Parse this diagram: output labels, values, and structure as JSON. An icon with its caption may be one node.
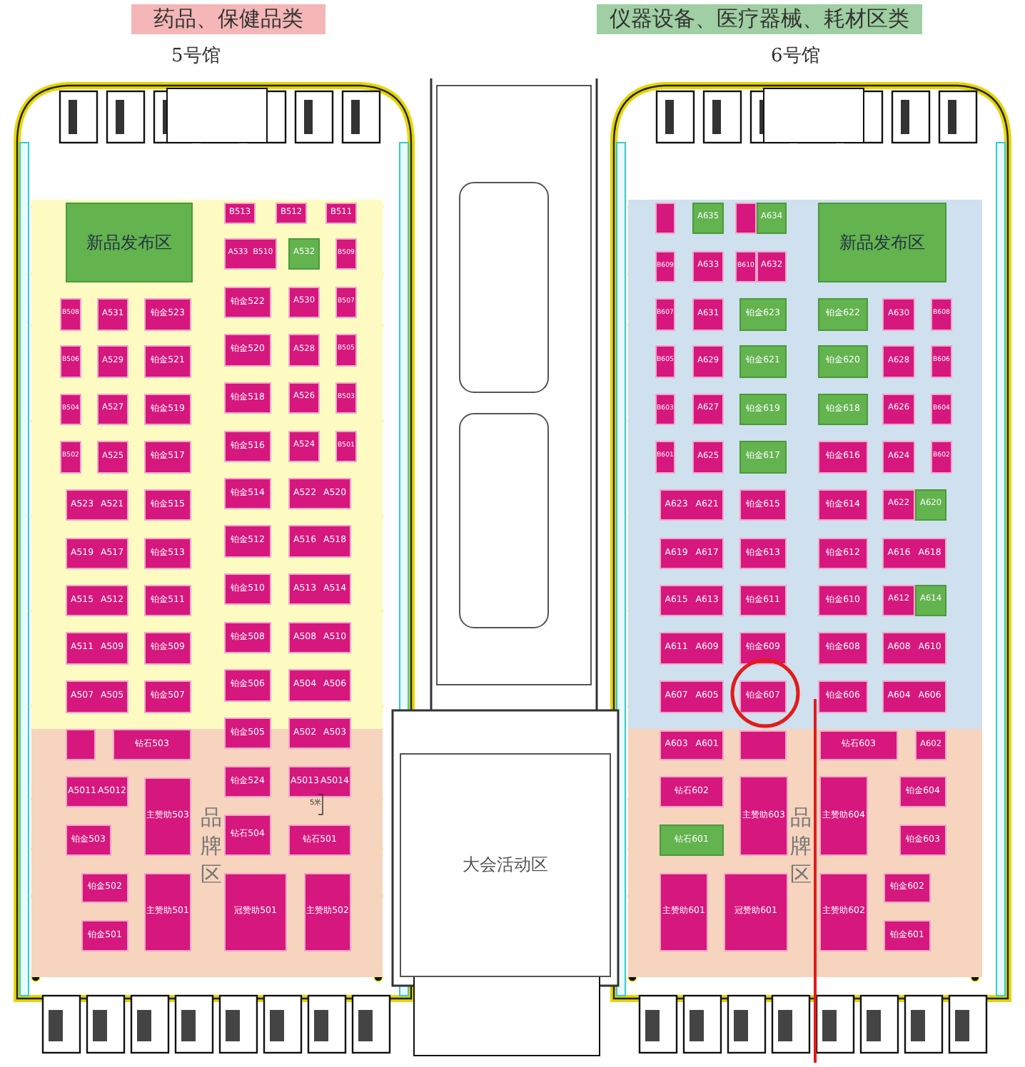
{
  "diagram": {
    "nodes": [
      {
        "text": [
          "药品、保健品类"
        ]
      },
      {
        "text": [
          "仪器设备、医疗器械、耗材区类"
        ]
      },
      {
        "text": [],
        "shape": "box"
      },
      {
        "text": [
          "品牌区"
        ]
      },
      {
        "text": [],
        "shape": "box"
      },
      {
        "text": [
          "品牌区"
        ]
      },
      {
        "text": [
          "大会活动区"
        ]
      },
      {
        "text": [
          "新品发布区"
        ],
        "in": 2
      },
      {
        "text": [
          "B513"
        ],
        "in": 2
      },
      {
        "text": [
          "B512"
        ],
        "in": 2
      },
      {
        "text": [
          "B511"
        ],
        "in": 2
      },
      {
        "text": [
          "A533",
          "B510"
        ],
        "in": 2
      },
      {
        "text": [
          "A532"
        ],
        "in": 2
      },
      {
        "text": [
          "B509"
        ],
        "in": 2
      },
      {
        "text": [
          "铂金522"
        ],
        "in": 2
      },
      {
        "text": [
          "A530"
        ],
        "in": 2
      },
      {
        "text": [
          "B507"
        ],
        "in": 2
      },
      {
        "text": [
          "铂金520"
        ],
        "in": 2
      },
      {
        "text": [
          "A528"
        ],
        "in": 2
      },
      {
        "text": [
          "B505"
        ],
        "in": 2
      },
      {
        "text": [
          "铂金518"
        ],
        "in": 2
      },
      {
        "text": [
          "A526"
        ],
        "in": 2
      },
      {
        "text": [
          "B503"
        ],
        "in": 2
      },
      {
        "text": [
          "铂金516"
        ],
        "in": 2
      },
      {
        "text": [
          "A524"
        ],
        "in": 2
      },
      {
        "text": [
          "B501"
        ],
        "in": 2
      },
      {
        "text": [
          "铂金514"
        ],
        "in": 2
      },
      {
        "text": [
          "A522",
          "A520"
        ],
        "in": 2
      },
      {
        "text": [
          "B508"
        ],
        "in": 2
      },
      {
        "text": [
          "A531"
        ],
        "in": 2
      },
      {
        "text": [
          "铂金523"
        ],
        "in": 2
      },
      {
        "text": [
          "B506"
        ],
        "in": 2
      },
      {
        "text": [
          "A529"
        ],
        "in": 2
      },
      {
        "text": [
          "铂金521"
        ],
        "in": 2
      },
      {
        "text": [
          "B504"
        ],
        "in": 2
      },
      {
        "text": [
          "A527"
        ],
        "in": 2
      },
      {
        "text": [
          "铂金519"
        ],
        "in": 2
      },
      {
        "text": [
          "B502"
        ],
        "in": 2
      },
      {
        "text": [
          "A525"
        ],
        "in": 2
      },
      {
        "text": [
          "铂金517"
        ],
        "in": 2
      },
      {
        "text": [
          "A523",
          "A521"
        ],
        "in": 2
      },
      {
        "text": [
          "铂金515"
        ],
        "in": 2
      },
      {
        "text": [
          "A519",
          "A517"
        ],
        "in": 2
      },
      {
        "text": [
          "铂金513"
        ],
        "in": 2
      },
      {
        "text": [
          "A515",
          "A512"
        ],
        "in": 2
      },
      {
        "text": [
          "铂金511"
        ],
        "in": 2
      },
      {
        "text": [
          "A511",
          "A509"
        ],
        "in": 2
      },
      {
        "text": [
          "铂金509"
        ],
        "in": 2
      },
      {
        "text": [
          "A507",
          "A505"
        ],
        "in": 2
      },
      {
        "text": [
          "铂金507"
        ],
        "in": 2
      },
      {
        "text": [
          "铂金512"
        ],
        "in": 2
      },
      {
        "text": [
          "A516",
          "A518"
        ],
        "in": 2
      },
      {
        "text": [
          "铂金510"
        ],
        "in": 2
      },
      {
        "text": [
          "A513",
          "A514"
        ],
        "in": 2
      },
      {
        "text": [
          "铂金508"
        ],
        "in": 2
      },
      {
        "text": [
          "A508",
          "A510"
        ],
        "in": 2
      },
      {
        "text": [
          "铂金506"
        ],
        "in": 2
      },
      {
        "text": [
          "A504",
          "A506"
        ],
        "in": 2
      },
      {
        "text": [
          "铂金505"
        ]
      },
      {
        "text": [
          "A502",
          "A503"
        ]
      },
      {
        "text": [],
        "shape": "box",
        "in": 3
      },
      {
        "text": [
          "钻石503"
        ],
        "in": 3
      },
      {
        "text": [
          "A5011",
          "A5012"
        ],
        "in": 3
      },
      {
        "text": [
          "铂金503"
        ],
        "in": 3
      },
      {
        "text": [
          "主赞助503"
        ],
        "in": 3
      },
      {
        "text": [
          "铂金502"
        ],
        "in": 3
      },
      {
        "text": [
          "铂金501"
        ],
        "in": 3
      },
      {
        "text": [
          "主赞助501"
        ],
        "in": 3
      },
      {
        "text": [
          "铂金524"
        ],
        "in": 3
      },
      {
        "text": [
          "A5013",
          "A5014"
        ],
        "in": 3
      },
      {
        "text": [
          "钻石504"
        ],
        "in": 3
      },
      {
        "text": [
          "钻石501"
        ],
        "in": 3
      },
      {
        "text": [
          "冠赞助501"
        ],
        "in": 3
      },
      {
        "text": [
          "主赞助502"
        ],
        "in": 3
      },
      {
        "text": [
          "新品发布区"
        ],
        "in": 4
      },
      {
        "text": [],
        "shape": "box",
        "in": 4
      },
      {
        "text": [
          "A635"
        ],
        "in": 4
      },
      {
        "text": [],
        "shape": "box",
        "in": 4
      },
      {
        "text": [
          "A634"
        ],
        "in": 4
      },
      {
        "text": [
          "B609"
        ],
        "in": 4
      },
      {
        "text": [
          "A633"
        ],
        "in": 4
      },
      {
        "text": [
          "B610"
        ],
        "in": 4
      },
      {
        "text": [
          "A632"
        ],
        "in": 4
      },
      {
        "text": [
          "B607"
        ],
        "in": 4
      },
      {
        "text": [
          "A631"
        ],
        "in": 4
      },
      {
        "text": [
          "铂金623"
        ],
        "in": 4
      },
      {
        "text": [
          "铂金622"
        ],
        "in": 4
      },
      {
        "text": [
          "A630"
        ],
        "in": 4
      },
      {
        "text": [
          "B608"
        ],
        "in": 4
      },
      {
        "text": [
          "B605"
        ],
        "in": 4
      },
      {
        "text": [
          "A629"
        ],
        "in": 4
      },
      {
        "text": [
          "铂金621"
        ],
        "in": 4
      },
      {
        "text": [
          "铂金620"
        ],
        "in": 4
      },
      {
        "text": [
          "A628"
        ],
        "in": 4
      },
      {
        "text": [
          "B606"
        ],
        "in": 4
      },
      {
        "text": [
          "B603"
        ],
        "in": 4
      },
      {
        "text": [
          "A627"
        ],
        "in": 4
      },
      {
        "text": [
          "铂金619"
        ],
        "in": 4
      },
      {
        "text": [
          "铂金618"
        ],
        "in": 4
      },
      {
        "text": [
          "A626"
        ],
        "in": 4
      },
      {
        "text": [
          "B604"
        ],
        "in": 4
      },
      {
        "text": [
          "B601"
        ],
        "in": 4
      },
      {
        "text": [
          "A625"
        ],
        "in": 4
      },
      {
        "text": [
          "铂金617"
        ],
        "in": 4
      },
      {
        "text": [
          "铂金616"
        ],
        "in": 4
      },
      {
        "text": [
          "A624"
        ],
        "in": 4
      },
      {
        "text": [
          "B602"
        ],
        "in": 4
      },
      {
        "text": [
          "A623",
          "A621"
        ],
        "in": 4
      },
      {
        "text": [
          "铂金615"
        ],
        "in": 4
      },
      {
        "text": [
          "铂金614"
        ],
        "in": 4
      },
      {
        "text": [
          "A622"
        ],
        "in": 4
      },
      {
        "text": [
          "A620"
        ],
        "in": 4
      },
      {
        "text": [
          "A619",
          "A617"
        ],
        "in": 4
      },
      {
        "text": [
          "铂金613"
        ],
        "in": 4
      },
      {
        "text": [
          "铂金612"
        ],
        "in": 4
      },
      {
        "text": [
          "A616",
          "A618"
        ],
        "in": 4
      },
      {
        "text": [
          "A615",
          "A613"
        ],
        "in": 4
      },
      {
        "text": [
          "铂金611"
        ],
        "in": 4
      },
      {
        "text": [
          "铂金610"
        ],
        "in": 4
      },
      {
        "text": [
          "A612"
        ],
        "in": 4
      },
      {
        "text": [
          "A614"
        ],
        "in": 4
      },
      {
        "text": [
          "A611",
          "A609"
        ],
        "in": 4
      },
      {
        "text": [
          "铂金609"
        ],
        "in": 4
      },
      {
        "text": [
          "铂金608"
        ],
        "in": 4
      },
      {
        "text": [
          "A608",
          "A610"
        ],
        "in": 4
      },
      {
        "text": [
          "A607",
          "A605"
        ],
        "in": 4
      },
      {
        "text": [
          "铂金607"
        ],
        "in": 4
      },
      {
        "text": [
          "铂金606"
        ],
        "in": 4
      },
      {
        "text": [
          "A604",
          "A606"
        ],
        "in": 4
      },
      {
        "text": [
          "A603",
          "A601"
        ],
        "in": 5
      },
      {
        "text": [],
        "shape": "box",
        "in": 5
      },
      {
        "text": [
          "钻石603"
        ],
        "in": 5
      },
      {
        "text": [
          "A602"
        ],
        "in": 5
      },
      {
        "text": [
          "钻石602"
        ],
        "in": 5
      },
      {
        "text": [
          "主赞助603"
        ],
        "in": 5
      },
      {
        "text": [
          "主赞助604"
        ],
        "in": 5
      },
      {
        "text": [
          "铂金604"
        ],
        "in": 5
      },
      {
        "text": [
          "钻石601"
        ],
        "in": 5
      },
      {
        "text": [
          "铂金603"
        ],
        "in": 5
      },
      {
        "text": [
          "主赞助601"
        ],
        "in": 5
      },
      {
        "text": [
          "冠赞助601"
        ],
        "in": 5
      },
      {
        "text": [
          "主赞助602"
        ],
        "in": 5
      },
      {
        "text": [
          "铂金602"
        ],
        "in": 5
      },
      {
        "text": [
          "铂金601"
        ],
        "in": 5
      }
    ],
    "labels": [
      "5号馆",
      "6号馆",
      "5米"
    ]
  }
}
